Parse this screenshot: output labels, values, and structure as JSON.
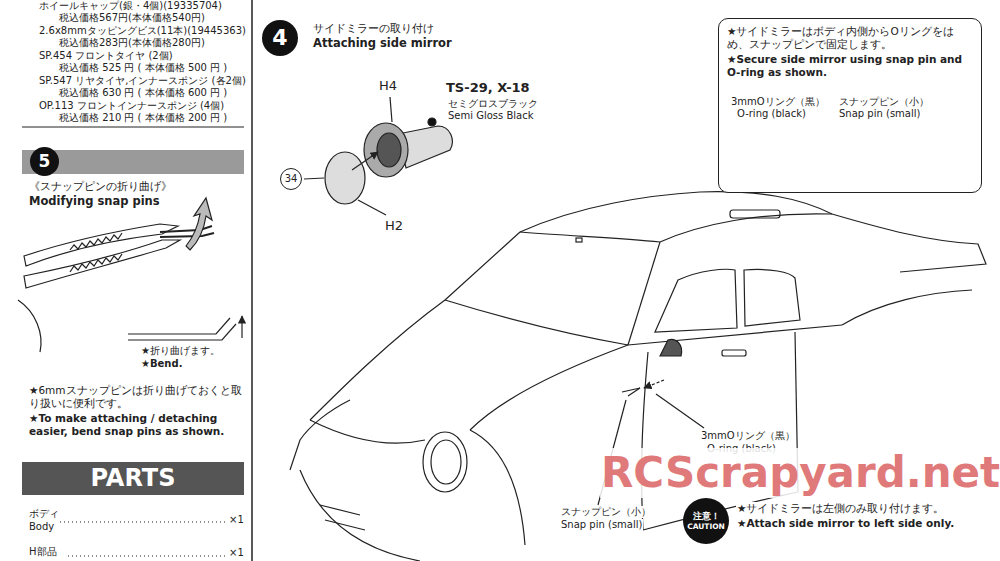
{
  "diagram": {
    "nodes": [
      {
        "text": [
          "5"
        ]
      },
      {
        "text": [
          "PARTS"
        ]
      },
      {
        "text": [
          "4"
        ]
      },
      {
        "text": [
          "★サイドミラーはボディ内側からOリングをはめ、スナップピンで固定します。",
          "★Secure side mirror using snap pin and O-ring as shown."
        ]
      },
      {
        "text": [
          "注意！",
          "CAUTION"
        ]
      },
      {
        "text": [
          "34"
        ]
      }
    ],
    "labels": [
      "ホイールキャップ(銀・4個)(19335704)",
      "税込価格567円(本体価格540円)",
      "2.6x8mmタッピングビス(11本)(19445363)",
      "税込価格283円(本体価格280円)",
      "SP.454 フロントタイヤ (2個)",
      "税込価格 525 円 ( 本体価格 500 円 )",
      "SP.547 リヤタイヤ,インナースポンジ (各2個)",
      "税込価格 630 円 ( 本体価格 600 円 )",
      "OP.113 フロントインナースポンジ (4個)",
      "税込価格 210 円 ( 本体価格 200 円 )",
      "《スナップピンの折り曲げ》",
      "Modifying snap pins",
      "★折り曲げます。",
      "★Bend.",
      "★6mmスナップピンは折り曲げておくと取り扱いに便利です。",
      "★To make attaching / detaching easier, bend snap pins as shown.",
      "ボディ",
      "Body",
      "×1",
      "H部品",
      "×1",
      "サイドミラーの取り付け",
      "Attaching side mirror",
      "H4",
      "TS-29, X-18",
      "セミグロスブラック",
      "Semi Gloss Black",
      "H2",
      "3mmOリング（黒）",
      "O-ring (black)",
      "スナップピン（小）",
      "Snap pin (small)",
      "3mmOリング（黒）",
      "O-ring (black)",
      "スナップピン（小）",
      "Snap pin (small)",
      "★サイドミラーは左側のみ取り付けます。",
      "★Attach side mirror to left side only.",
      "RCScrapyard.net"
    ]
  }
}
